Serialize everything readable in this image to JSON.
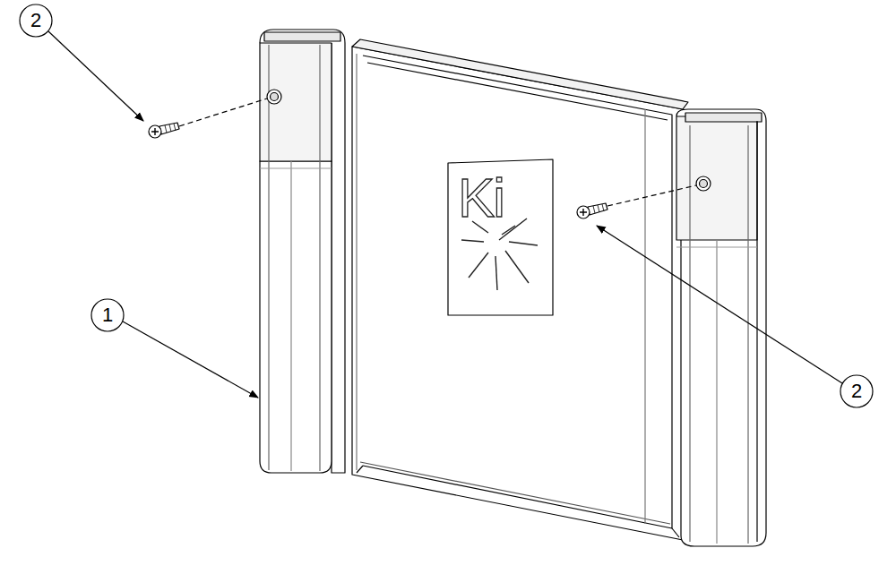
{
  "diagram": {
    "labels": [
      "2",
      "Ki",
      "1",
      "2"
    ]
  }
}
